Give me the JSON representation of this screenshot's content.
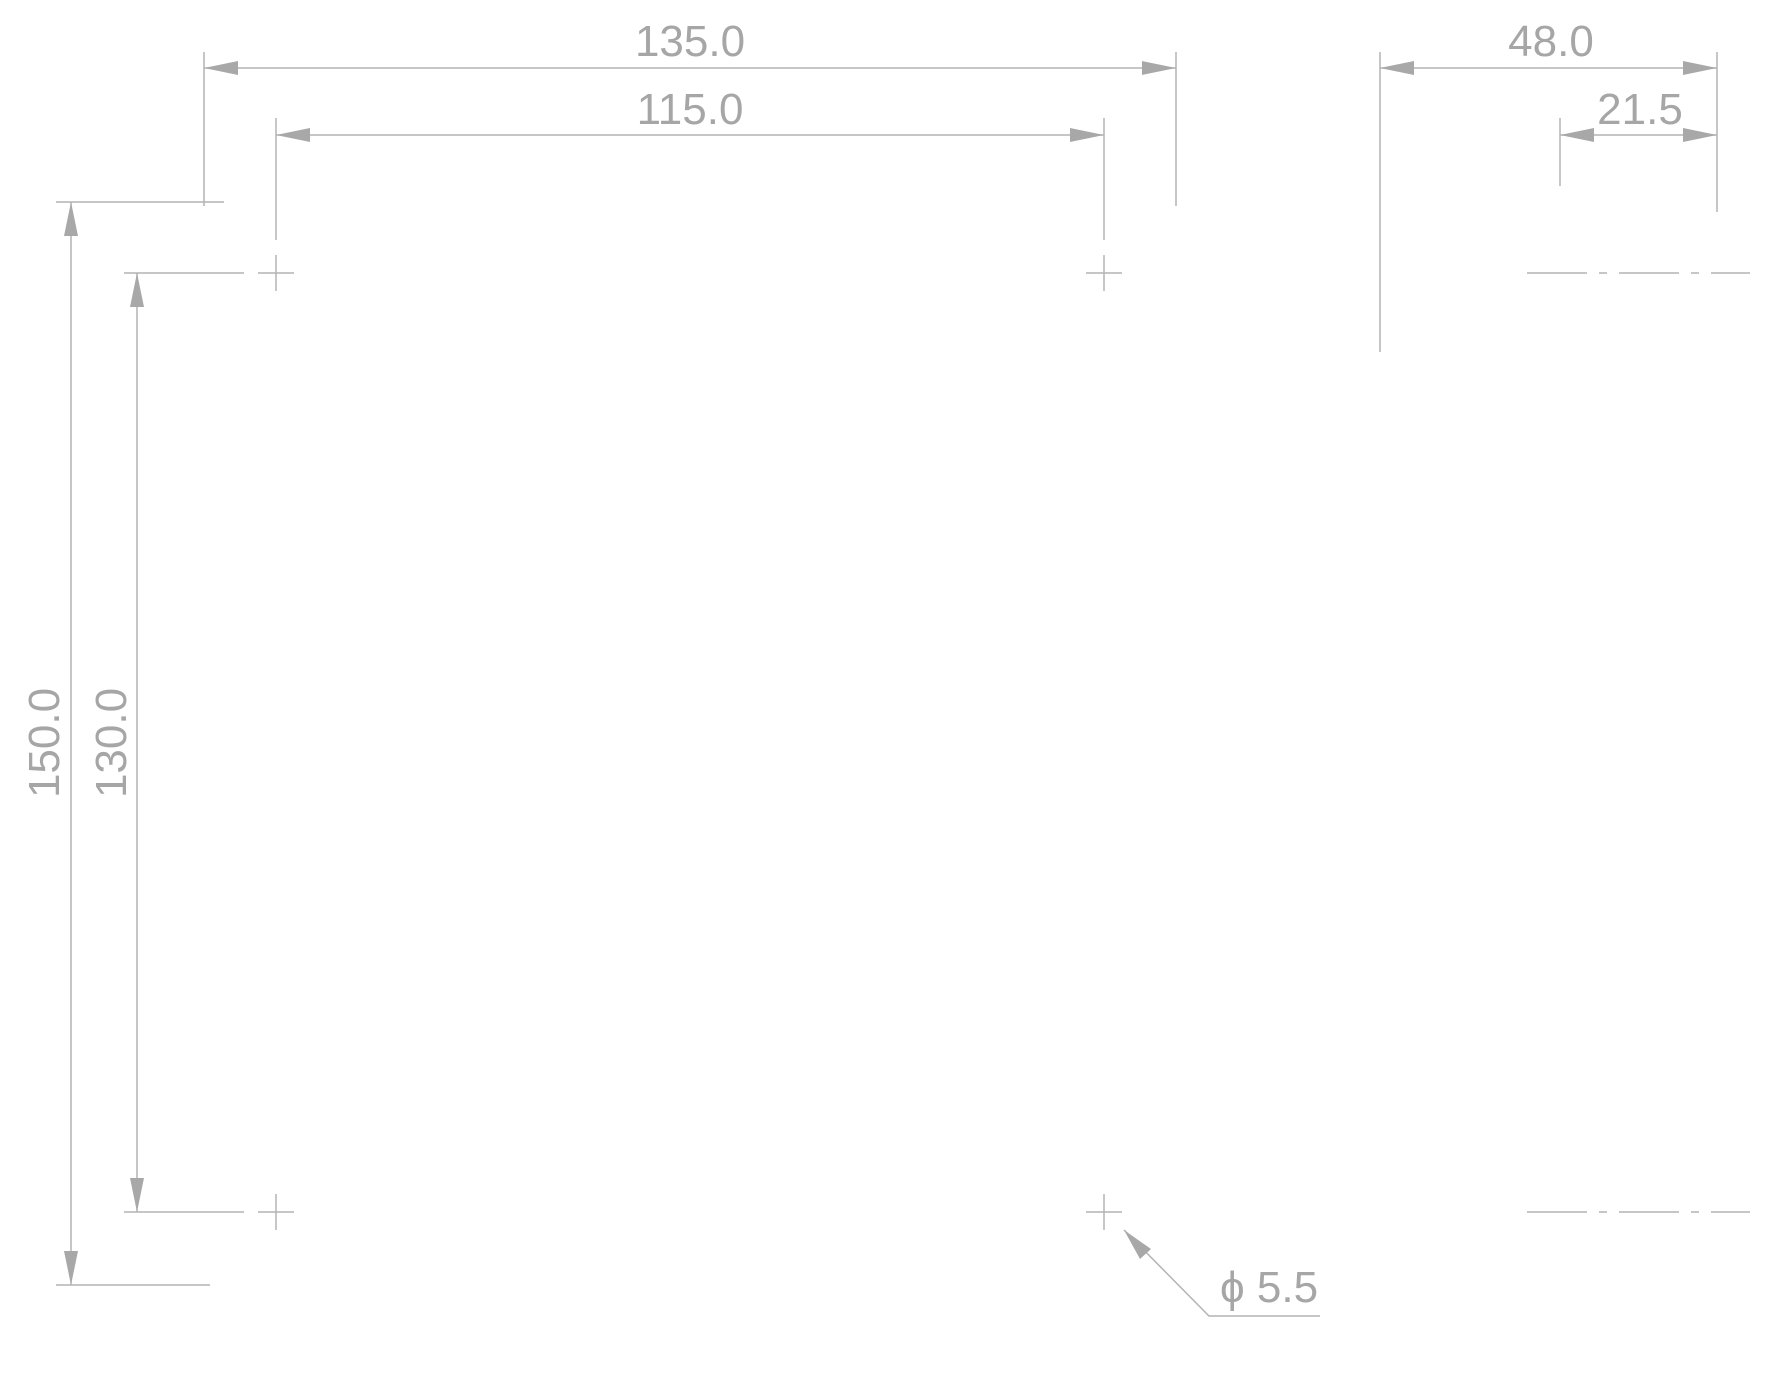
{
  "dimensions": {
    "overall_width": "135.0",
    "hole_spacing_width": "115.0",
    "overall_depth": "48.0",
    "hole_offset_depth": "21.5",
    "overall_height": "150.0",
    "hole_spacing_height": "130.0"
  },
  "hole": {
    "diameter_label": "ϕ 5.5"
  },
  "colors": {
    "line": "#b4b4b4",
    "text": "#a6a6a6",
    "background": "#ffffff"
  }
}
